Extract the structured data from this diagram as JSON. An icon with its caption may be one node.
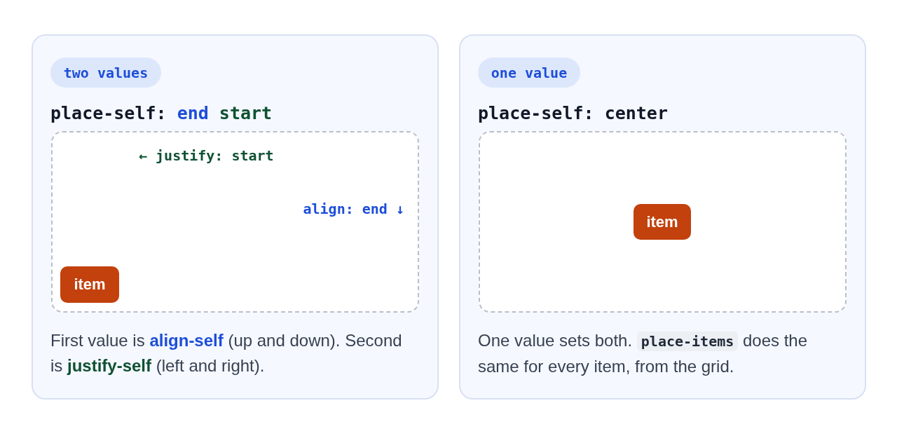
{
  "diagram": {
    "nodes": [
      {
        "text": [
          "place-self: end start",
          "First value is **align-self** (up and down). Second is **justify-self** (left and right)."
        ]
      },
      {
        "text": [
          "two values"
        ],
        "in": 0
      },
      {
        "text": [
          "← justify: start",
          "align: end ↓"
        ],
        "in": 0
      },
      {
        "text": [
          "item"
        ],
        "in": 2
      },
      {
        "text": [
          "place-self: center",
          "One value sets both. **place-items** does the same for every item, from the grid."
        ]
      },
      {
        "text": [
          "one value"
        ],
        "in": 4
      },
      {
        "text": [],
        "shape": "box",
        "in": 4
      },
      {
        "text": [
          "item"
        ],
        "in": 6
      }
    ]
  }
}
